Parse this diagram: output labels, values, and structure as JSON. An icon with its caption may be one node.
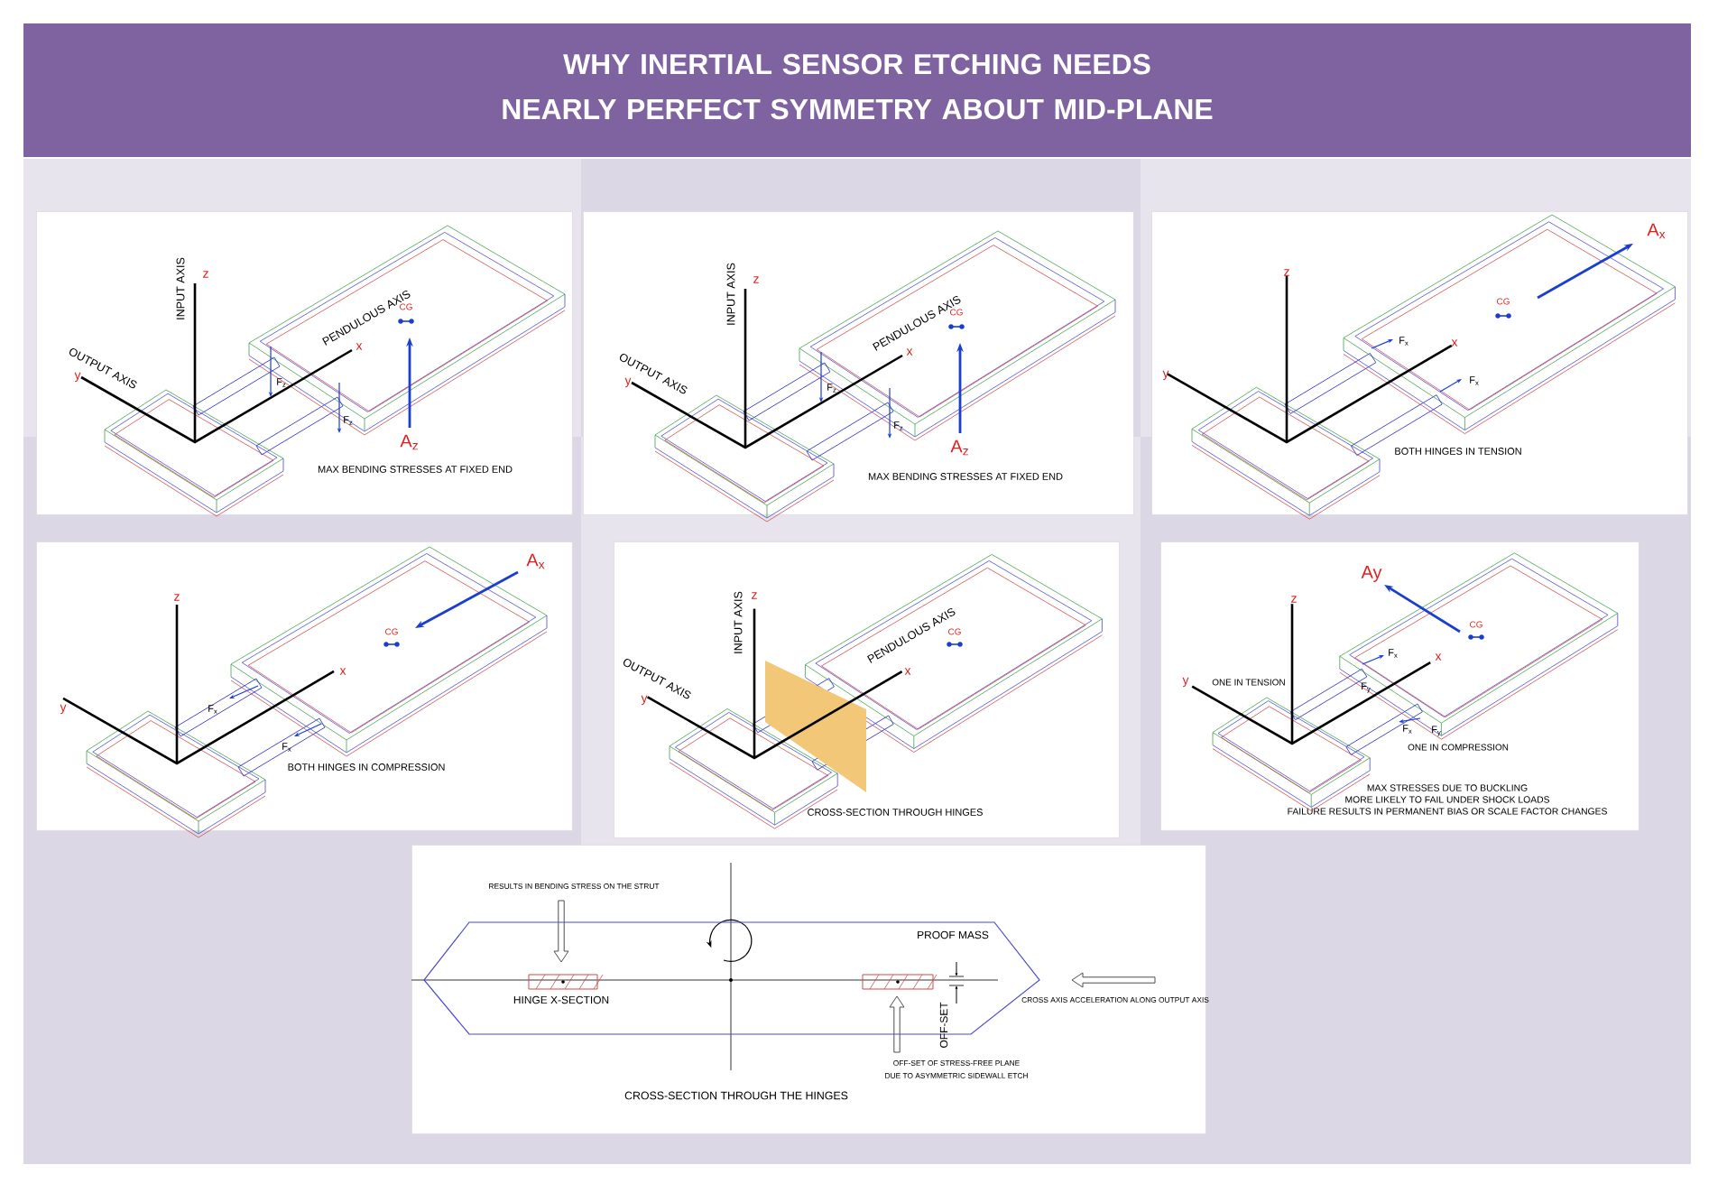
{
  "diagram": {
    "title": "WHY INERTIAL SENSOR ETCHING NEEDS NEARLY PERFECT SYMMETRY ABOUT MID-PLANE",
    "nodes": [
      {
        "text": [
          "MAX BENDING STRESSES AT FIXED END"
        ]
      },
      {
        "text": [
          "MAX BENDING STRESSES AT FIXED END"
        ]
      },
      {
        "text": [
          "BOTH HINGES IN TENSION"
        ]
      },
      {
        "text": [
          "BOTH HINGES IN COMPRESSION"
        ]
      },
      {
        "text": [
          "CROSS-SECTION THROUGH HINGES"
        ]
      },
      {
        "text": [
          "MAX STRESSES DUE TO BUCKLING",
          "MORE LIKELY TO FAIL UNDER SHOCK LOADS",
          "FAILURE RESULTS IN PERMANENT BIAS OR SCALE FACTOR CHANGES"
        ]
      },
      {
        "text": [
          "CROSS-SECTION THROUGH THE HINGES"
        ]
      },
      {
        "text": [
          "PROOF MASS"
        ],
        "in": 6
      }
    ],
    "labels": [
      "INPUT AXIS",
      "z",
      "OUTPUT AXIS",
      "y",
      "PENDULOUS AXIS",
      "x",
      "CG",
      "F$_{z}$",
      "F$_{z}$",
      "A$_{z}$",
      "INPUT AXIS",
      "z",
      "OUTPUT AXIS",
      "y",
      "PENDULOUS AXIS",
      "x",
      "CG",
      "F$_{z}$",
      "F$_{z}$",
      "A$_{z}$",
      "A$_{x}$",
      "z",
      "CG",
      "F$_{x}$",
      "x",
      "y",
      "F$_{x}$",
      "A$_{x}$",
      "z",
      "CG",
      "x",
      "y",
      "F$_{x}$",
      "F$_{x}$",
      "INPUT AXIS",
      "z",
      "PENDULOUS AXIS",
      "CG",
      "OUTPUT AXIS",
      "y",
      "x",
      "Ay",
      "z",
      "CG",
      "F$_{x}$",
      "x",
      "y",
      "ONE IN TENSION",
      "F$_{y}$",
      "F$_{x}$",
      "F$_{y}$",
      "ONE IN COMPRESSION",
      "RESULTS IN BENDING STRESS ON THE STRUT",
      "HINGE X-SECTION",
      "OFF-SET",
      "CROSS AXIS ACCELERATION ALONG OUTPUT AXIS",
      "OFF-SET OF STRESS-FREE PLANE",
      "DUE TO ASYMMETRIC SIDEWALL ETCH"
    ]
  }
}
